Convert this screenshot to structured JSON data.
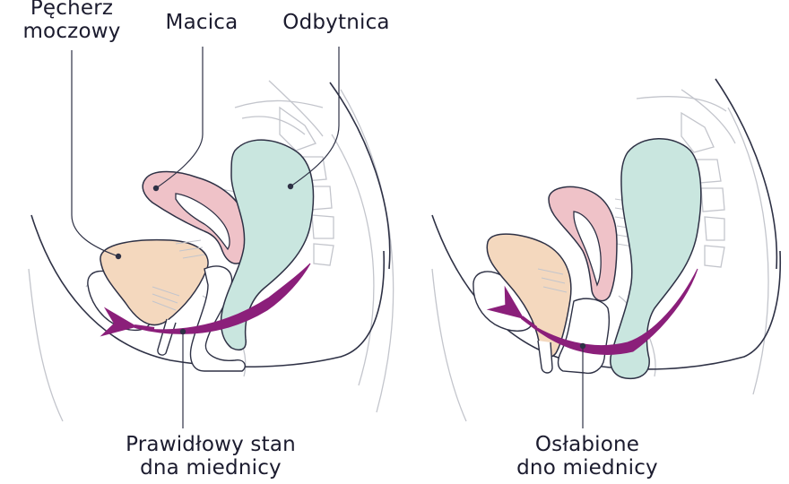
{
  "labels": {
    "bladder": {
      "line1": "Pęcherz",
      "line2": "moczowy"
    },
    "uterus": "Macica",
    "rectum": "Odbytnica",
    "normal_floor": {
      "line1": "Prawidłowy stan",
      "line2": "dna miednicy"
    },
    "weakened_floor": {
      "line1": "Osłabione",
      "line2": "dno miednicy"
    }
  },
  "colors": {
    "bladder": "#f4d8be",
    "uterus": "#efc2c8",
    "rectum": "#c9e6df",
    "pelvic_floor": "#8b1f7a",
    "outline": "#2e3145",
    "thin_line": "#c3c5cc",
    "text": "#1b1b2e"
  }
}
